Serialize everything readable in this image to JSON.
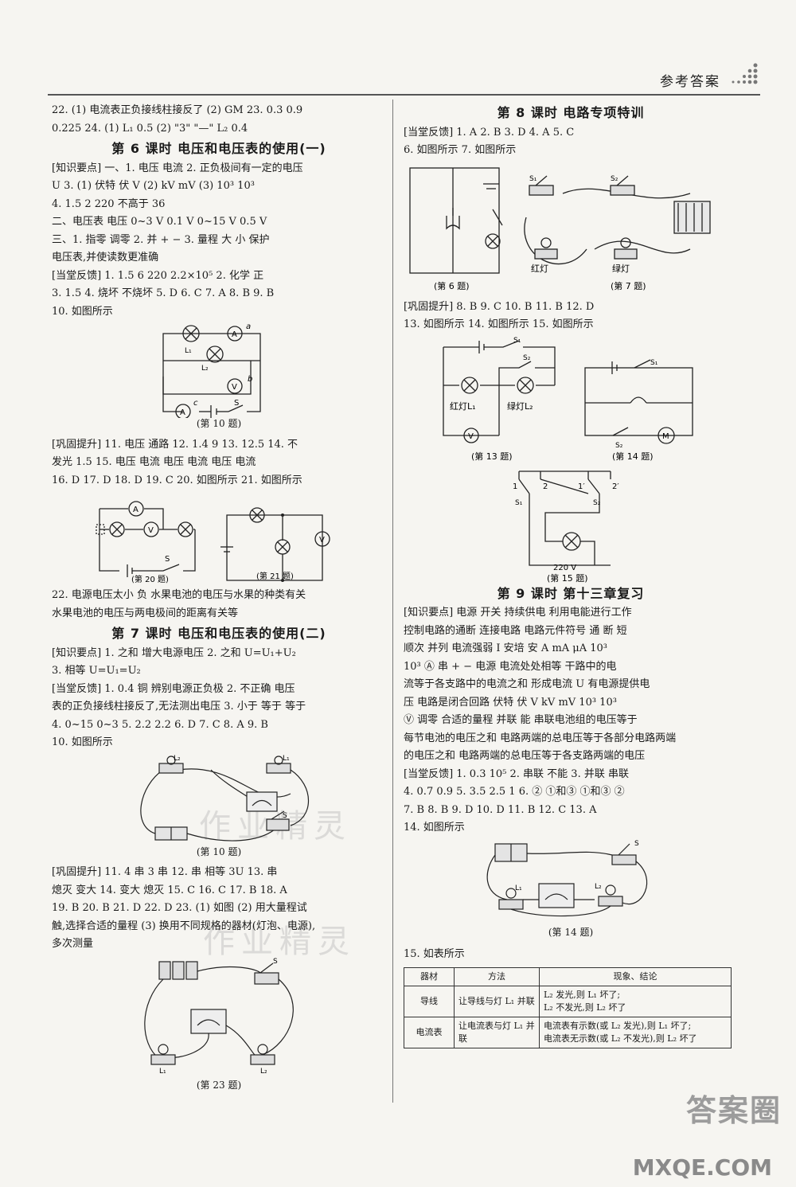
{
  "header": {
    "title": "参考答案"
  },
  "left": {
    "l1": "22. (1) 电流表正负接线柱接反了 (2) GM 23. 0.3 0.9",
    "l2": "0.225 24. (1) L₁ 0.5 (2) \"3\" \"—\" L₂ 0.4",
    "s6_title": "第 6 课时 电压和电压表的使用(一)",
    "s6_l1": "[知识要点] 一、1. 电压 电流 2. 正负极间有一定的电压",
    "s6_l2": "U 3. (1) 伏特 伏 V (2) kV mV (3) 10³ 10³",
    "s6_l3": "4. 1.5 2 220 不高于 36",
    "s6_l4": "二、电压表 电压 0~3 V 0.1 V 0~15 V 0.5 V",
    "s6_l5": "三、1. 指零 调零 2. 并 + − 3. 量程 大 小 保护",
    "s6_l6": "电压表,并使读数更准确",
    "s6_l7": "[当堂反馈] 1. 1.5 6 220 2.2×10⁵ 2. 化学 正",
    "s6_l8": "3. 1.5 4. 烧坏 不烧坏 5. D 6. C 7. A 8. B 9. B",
    "s6_l9": "10. 如图所示",
    "cap_10a": "(第 10 题)",
    "s6_l10": "[巩固提升] 11. 电压 通路 12. 1.4 9 13. 12.5 14. 不",
    "s6_l11": "发光 1.5 15. 电压 电流 电压 电流 电压 电流",
    "s6_l12": "16. D 17. D 18. D 19. C 20. 如图所示 21. 如图所示",
    "cap_20": "(第 20 题)",
    "cap_21": "(第 21 题)",
    "s6_l13": "22. 电源电压太小 负 水果电池的电压与水果的种类有关",
    "s6_l14": "水果电池的电压与两电极间的距离有关等",
    "s7_title": "第 7 课时 电压和电压表的使用(二)",
    "s7_l1": "[知识要点] 1. 之和 增大电源电压 2. 之和 U=U₁+U₂",
    "s7_l2": "3. 相等 U=U₁=U₂",
    "s7_l3": "[当堂反馈] 1. 0.4 铜 辨别电源正负极 2. 不正确 电压",
    "s7_l4": "表的正负接线柱接反了,无法测出电压 3. 小于 等于 等于",
    "s7_l5": "4. 0~15 0~3 5. 2.2 2.2 6. D 7. C 8. A 9. B",
    "s7_l6": "10. 如图所示",
    "cap_10b": "(第 10 题)",
    "s7_l7": "[巩固提升] 11. 4 串 3 串 12. 串 相等 3U 13. 串",
    "s7_l8": "熄灭 变大 14. 变大 熄灭 15. C 16. C 17. B 18. A",
    "s7_l9": "19. B 20. B 21. D 22. D 23. (1) 如图 (2) 用大量程试",
    "s7_l10": "触,选择合适的量程 (3) 换用不同规格的器材(灯泡、电源),",
    "s7_l11": "多次测量",
    "cap_23": "(第 23 题)"
  },
  "right": {
    "s8_title": "第 8 课时 电路专项特训",
    "s8_l1": "[当堂反馈] 1. A 2. B 3. D 4. A 5. C",
    "s8_l2": "6. 如图所示 7. 如图所示",
    "cap_6": "(第 6 题)",
    "cap_7": "(第 7 题)",
    "lbl_red": "红灯",
    "lbl_green": "绿灯",
    "s8_l3": "[巩固提升] 8. B 9. C 10. B 11. B 12. D",
    "s8_l4": "13. 如图所示 14. 如图所示 15. 如图所示",
    "cap_13": "(第 13 题)",
    "cap_14a": "(第 14 题)",
    "lbl_red13": "红灯L₁",
    "lbl_green13": "绿灯L₂",
    "cap_15": "(第 15 题)",
    "lbl_220": "220 V",
    "s9_title": "第 9 课时 第十三章复习",
    "s9_l1": "[知识要点] 电源 开关 持续供电 利用电能进行工作",
    "s9_l2": "控制电路的通断 连接电路 电路元件符号 通 断 短",
    "s9_l3": "顺次 并列 电流强弱 I 安培 安 A mA μA 10³",
    "s9_l4": "10³ Ⓐ 串 + − 电源 电流处处相等 干路中的电",
    "s9_l5": "流等于各支路中的电流之和 形成电流 U 有电源提供电",
    "s9_l6": "压 电路是闭合回路 伏特 伏 V kV mV 10³ 10³",
    "s9_l7": "Ⓥ 调零 合适的量程 并联 能 串联电池组的电压等于",
    "s9_l8": "每节电池的电压之和 电路两端的总电压等于各部分电路两端",
    "s9_l9": "的电压之和 电路两端的总电压等于各支路两端的电压",
    "s9_l10": "[当堂反馈] 1. 0.3 10⁵ 2. 串联 不能 3. 并联 串联",
    "s9_l11": "4. 0.7 0.9 5. 3.5 2.5 1 6. ② ①和③ ①和③ ②",
    "s9_l12": "7. B 8. B 9. D 10. D 11. B 12. C 13. A",
    "s9_l13": "14. 如图所示",
    "cap_14b": "(第 14 题)",
    "s9_l14": "15. 如表所示",
    "table": {
      "headers": [
        "器材",
        "方法",
        "现象、结论"
      ],
      "rows": [
        [
          "导线",
          "让导线与灯 L₁ 并联",
          "L₂ 发光,则 L₁ 坏了;",
          "L₂ 不发光,则 L₂ 坏了"
        ],
        [
          "电流表",
          "让电流表与灯 L₁ 并联",
          "电流表有示数(或 L₂ 发光),则 L₁ 坏了;",
          "电流表无示数(或 L₂ 不发光),则 L₂ 坏了"
        ]
      ]
    }
  },
  "watermark": {
    "text": "作业精灵"
  },
  "footer": {
    "logo": "答案圈",
    "site": "MXQE.COM"
  }
}
